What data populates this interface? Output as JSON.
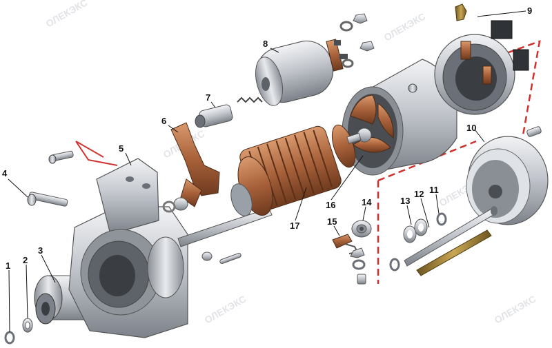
{
  "callouts": [
    {
      "id": 1,
      "label": "1"
    },
    {
      "id": 2,
      "label": "2"
    },
    {
      "id": 3,
      "label": "3"
    },
    {
      "id": 4,
      "label": "4"
    },
    {
      "id": 5,
      "label": "5"
    },
    {
      "id": 6,
      "label": "6"
    },
    {
      "id": 7,
      "label": "7"
    },
    {
      "id": 8,
      "label": "8"
    },
    {
      "id": 9,
      "label": "9"
    },
    {
      "id": 10,
      "label": "10"
    },
    {
      "id": 11,
      "label": "11"
    },
    {
      "id": 12,
      "label": "12"
    },
    {
      "id": 13,
      "label": "13"
    },
    {
      "id": 14,
      "label": "14"
    },
    {
      "id": 15,
      "label": "15"
    },
    {
      "id": 16,
      "label": "16"
    },
    {
      "id": 17,
      "label": "17"
    }
  ],
  "watermark_text": "ОЛЕКЭКС",
  "colors": {
    "background": "#ffffff",
    "metal": "#b7bcc3",
    "copper": "#a8613a",
    "brass": "#a88a3e",
    "guide_line": "#d0312d"
  }
}
